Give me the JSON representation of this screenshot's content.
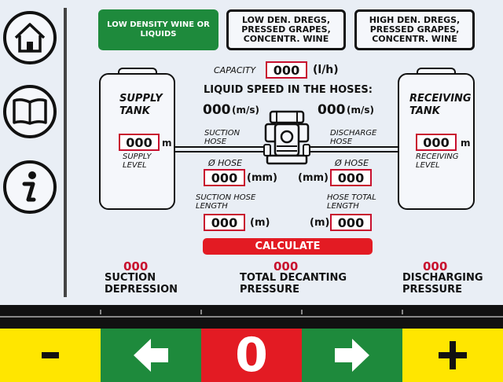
{
  "modes": [
    {
      "label": "LOW DENSITY WINE OR LIQUIDS",
      "active": true
    },
    {
      "label": "LOW DEN. DREGS, PRESSED GRAPES, CONCENTR. WINE",
      "active": false
    },
    {
      "label": "HIGH DEN. DREGS, PRESSED GRAPES, CONCENTR. WINE",
      "active": false
    }
  ],
  "capacity": {
    "label": "CAPACITY",
    "value": "000",
    "unit": "(l/h)"
  },
  "speed": {
    "title": "LIQUID SPEED IN THE HOSES:",
    "suction_value": "000",
    "discharge_value": "000",
    "unit": "(m/s)"
  },
  "supply_tank": {
    "title_line1": "SUPPLY",
    "title_line2": "TANK",
    "level_value": "000",
    "level_unit": "m",
    "level_label_line1": "SUPPLY",
    "level_label_line2": "LEVEL"
  },
  "receiving_tank": {
    "title_line1": "RECEIVING",
    "title_line2": "TANK",
    "level_value": "000",
    "level_unit": "m",
    "level_label_line1": "RECEIVING",
    "level_label_line2": "LEVEL"
  },
  "hoses": {
    "suction_label_line1": "SUCTION",
    "suction_label_line2": "HOSE",
    "discharge_label_line1": "DISCHARGE",
    "discharge_label_line2": "HOSE",
    "diameter_label": "Ø HOSE",
    "suction_diameter": "000",
    "discharge_diameter": "000",
    "diameter_unit": "(mm)",
    "suction_length_label_line1": "SUCTION HOSE",
    "suction_length_label_line2": "LENGTH",
    "total_length_label_line1": "HOSE TOTAL",
    "total_length_label_line2": "LENGTH",
    "suction_length": "000",
    "total_length": "000",
    "length_unit": "(m)"
  },
  "calculate_label": "CALCULATE",
  "results": [
    {
      "value": "000",
      "label_line1": "SUCTION",
      "label_line2": "DEPRESSION"
    },
    {
      "value": "000",
      "label_line1": "TOTAL DECANTING",
      "label_line2": "PRESSURE"
    },
    {
      "value": "000",
      "label_line1": "DISCHARGING",
      "label_line2": "PRESSURE"
    }
  ],
  "keypad": {
    "minus": "-",
    "zero": "0",
    "plus": "+"
  },
  "icons": [
    "home-icon",
    "book-icon",
    "info-icon",
    "arrow-left-icon",
    "arrow-right-icon",
    "pump-icon"
  ],
  "colors": {
    "green": "#1e8a3c",
    "red": "#e31b23",
    "yellow": "#ffe600",
    "dark": "#111111"
  }
}
